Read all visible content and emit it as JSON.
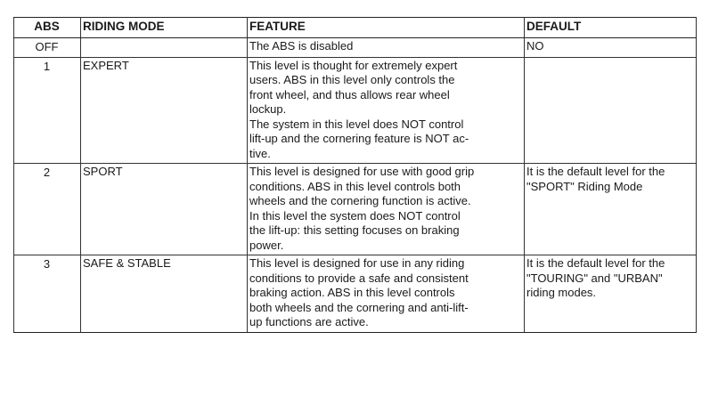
{
  "table": {
    "headers": {
      "abs": "ABS",
      "riding_mode": "RIDING MODE",
      "feature": "FEATURE",
      "default": "DEFAULT"
    },
    "rows": [
      {
        "abs": "OFF",
        "riding_mode": "",
        "feature": "The ABS is disabled",
        "default": "NO"
      },
      {
        "abs": "1",
        "riding_mode": "EXPERT",
        "feature": "This level is thought for extremely expert\nusers. ABS in this level only controls the\nfront wheel, and thus allows rear wheel\nlockup.\nThe system in this level does NOT control\nlift-up and the cornering feature is NOT ac-\ntive.",
        "default": ""
      },
      {
        "abs": "2",
        "riding_mode": "SPORT",
        "feature": "This level is designed for use with good grip\nconditions. ABS in this level controls both\nwheels and the cornering function is active.\nIn this level the system does NOT control\nthe lift-up: this setting focuses on braking\npower.",
        "default": "It is the default level for the\n\"SPORT\" Riding Mode"
      },
      {
        "abs": "3",
        "riding_mode": "SAFE & STABLE",
        "feature": "This level is designed for use in any riding\nconditions to provide a safe and consistent\nbraking action. ABS in this level controls\nboth wheels and the cornering and anti-lift-\nup functions are active.",
        "default": "It is the default level for the\n\"TOURING\" and \"URBAN\"\nriding modes."
      }
    ]
  }
}
